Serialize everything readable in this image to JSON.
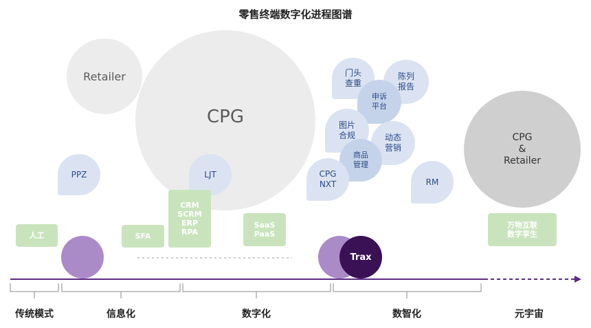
{
  "title": "零售终端数字化进程图谱",
  "actors": {
    "retailer": "Retailer",
    "cpg": "CPG",
    "cpg_retailer": "CPG\n&\nRetailer"
  },
  "tools": {
    "ppz": "PPZ",
    "ljt": "LJT",
    "mentou": "门头\n查重",
    "chenlie": "陈列\n报告",
    "shensu": "申诉\n平台",
    "tupian": "图片\n合规",
    "dongtai": "动态\n营销",
    "shangpin": "商品\n管理",
    "cpg_nxt": "CPG\nNXT",
    "rm": "RM",
    "trax": "Trax"
  },
  "systems": {
    "rengong": "人工",
    "sfa": "SFA",
    "crm": "CRM\nSCRM\nERP\nRPA",
    "saas": "SaaS\nPaaS",
    "wanwu": "万物互联\n数字孪生"
  },
  "stages": [
    "传统模式",
    "信息化",
    "数字化",
    "数智化",
    "元宇宙"
  ],
  "colors": {
    "axis": "#5a2a82",
    "bracket": "#888888",
    "green_box": "#c9e4bd",
    "blue_bubble": "#dbe3f2",
    "purple": "#ab8ac8",
    "dark_purple": "#3a1155"
  }
}
